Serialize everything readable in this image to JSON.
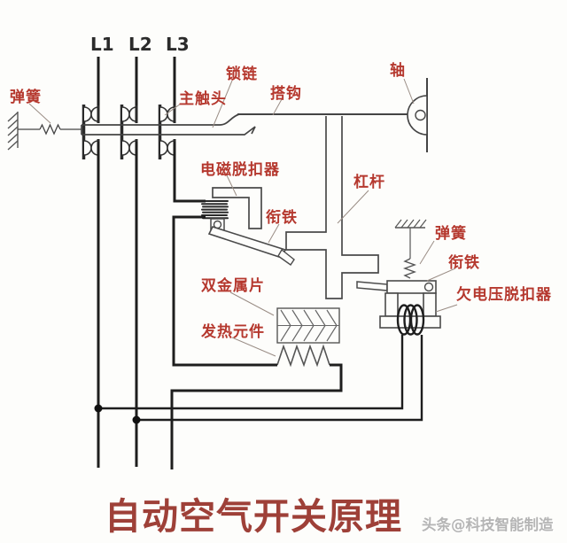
{
  "title": "自动空气开关原理",
  "watermark": "头条@科技智能制造",
  "phase_labels": {
    "l1": "L1",
    "l2": "L2",
    "l3": "L3"
  },
  "component_labels": {
    "spring_left": "弹簧",
    "main_contact": "主触头",
    "latch_bar": "锁链",
    "hook": "搭钩",
    "shaft": "轴",
    "electromagnetic_release": "电磁脱扣器",
    "armature_em": "衔铁",
    "lever": "杠杆",
    "bimetallic_strip": "双金属片",
    "heating_element": "发热元件",
    "spring_right": "弹簧",
    "armature_uv": "衔铁",
    "undervoltage_release": "欠电压脱扣器"
  },
  "colors": {
    "label_red": "#b5382e",
    "title_red": "#9e4038",
    "wire_black": "#1e1e1e",
    "mechanism_gray": "#4a4a4a",
    "leader_gray": "#9a8d85",
    "watermark_gray": "#b5b5b5",
    "background": "#fdfdfb"
  }
}
